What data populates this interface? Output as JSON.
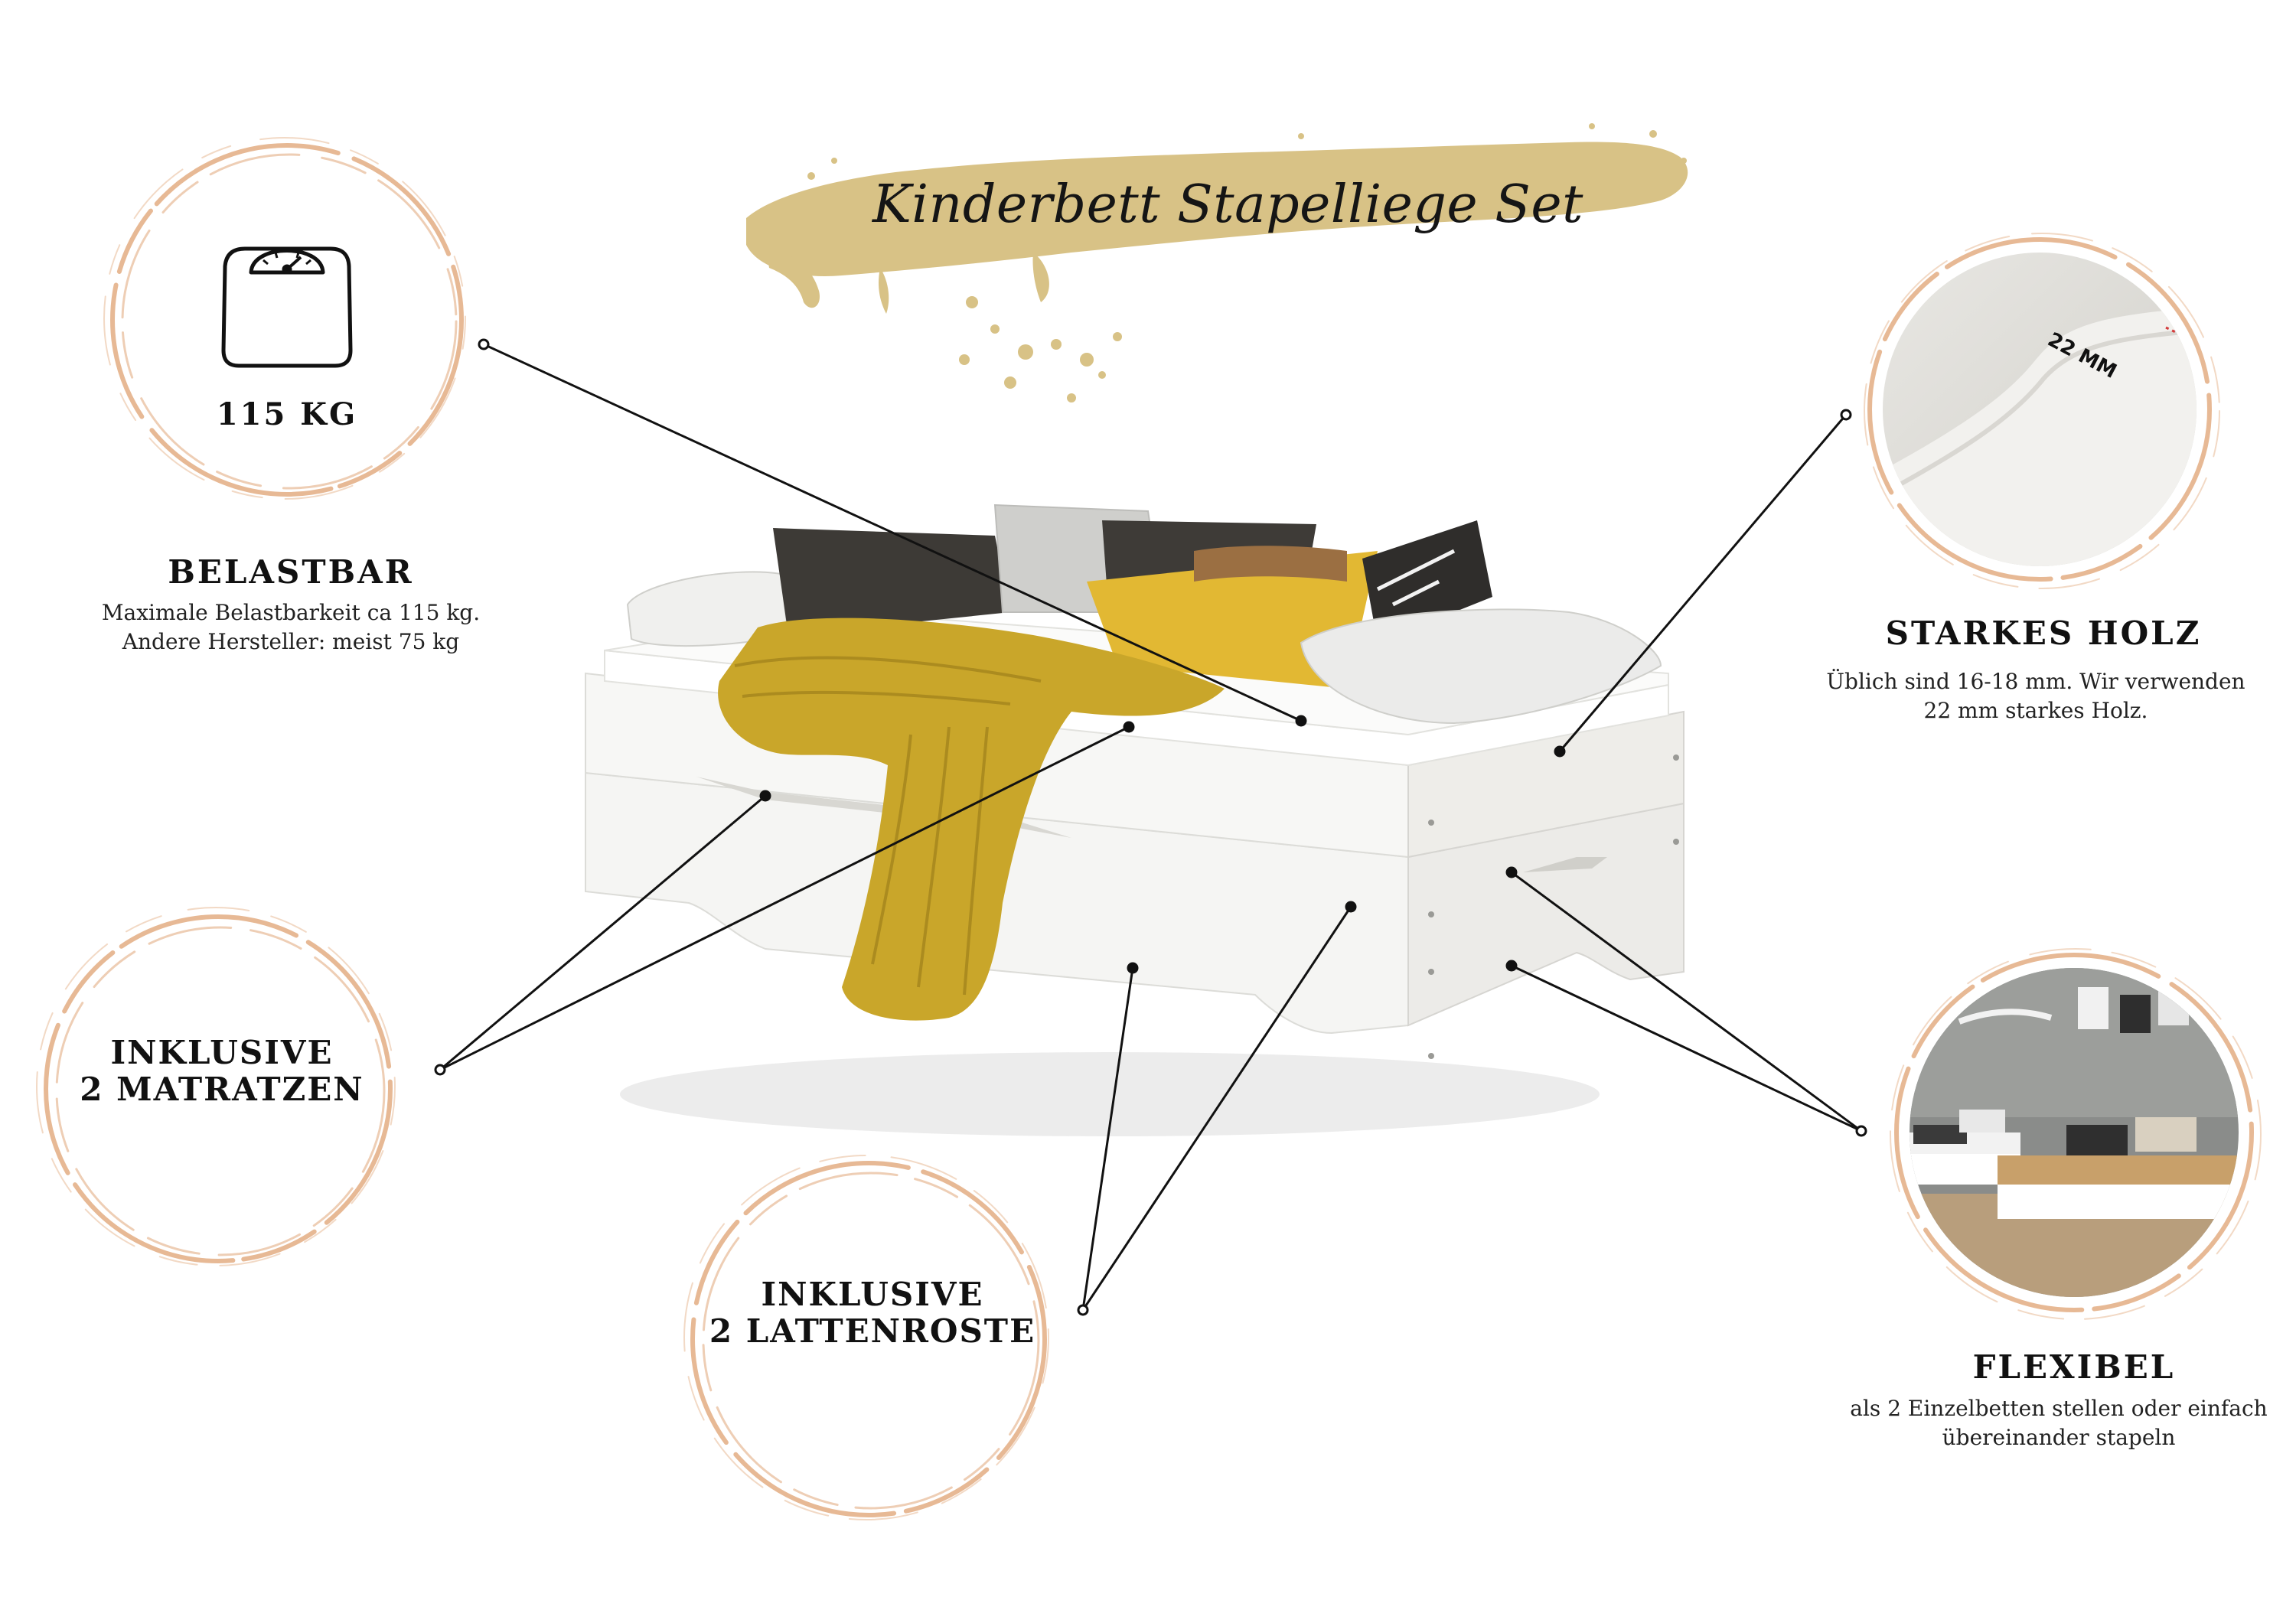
{
  "title": "Kinderbett Stapelliege Set",
  "colors": {
    "brush_gold": "#d8c286",
    "ring_peach": "#e7b995",
    "line": "#111111"
  },
  "features": {
    "belastbar": {
      "icon": "scale-icon",
      "value": "115 KG",
      "heading": "BELASTBAR",
      "desc_line1": "Maximale Belastbarkeit ca 115 kg.",
      "desc_line2": "Andere Hersteller: meist 75 kg"
    },
    "matratzen": {
      "line1": "INKLUSIVE",
      "line2": "2 MATRATZEN"
    },
    "lattenroste": {
      "line1": "INKLUSIVE",
      "line2": "2 LATTENROSTE"
    },
    "holz": {
      "badge": "22 MM",
      "heading": "STARKES HOLZ",
      "desc_line1": "Üblich sind 16-18 mm. Wir verwenden",
      "desc_line2": "22 mm starkes Holz."
    },
    "flexibel": {
      "heading": "FLEXIBEL",
      "desc_line1": "als 2 Einzelbetten stellen oder einfach",
      "desc_line2": "übereinander stapeln"
    }
  }
}
